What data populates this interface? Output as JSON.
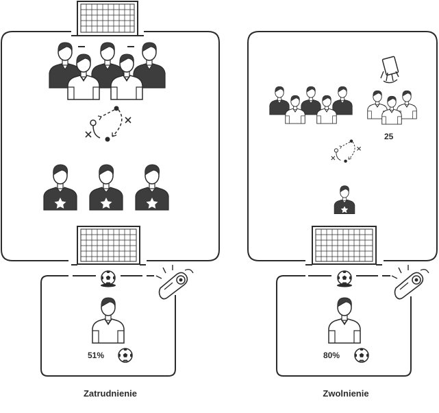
{
  "left_panel": {
    "caption": "Zatrudnienie",
    "percentage": "51%",
    "icons": [
      "goal-icon",
      "player-icon",
      "tactics-diagram-icon",
      "star-player-icon",
      "soccer-ball-icon",
      "whistle-icon"
    ]
  },
  "right_panel": {
    "caption": "Zwolnienie",
    "percentage": "80%",
    "card_count": "25",
    "icons": [
      "goal-icon",
      "player-icon",
      "tactics-diagram-icon",
      "star-player-icon",
      "referee-card-icon",
      "soccer-ball-icon",
      "whistle-icon"
    ]
  },
  "colors": {
    "ink": "#2b2b2b",
    "fill": "#3d3d3d",
    "background": "#ffffff"
  }
}
